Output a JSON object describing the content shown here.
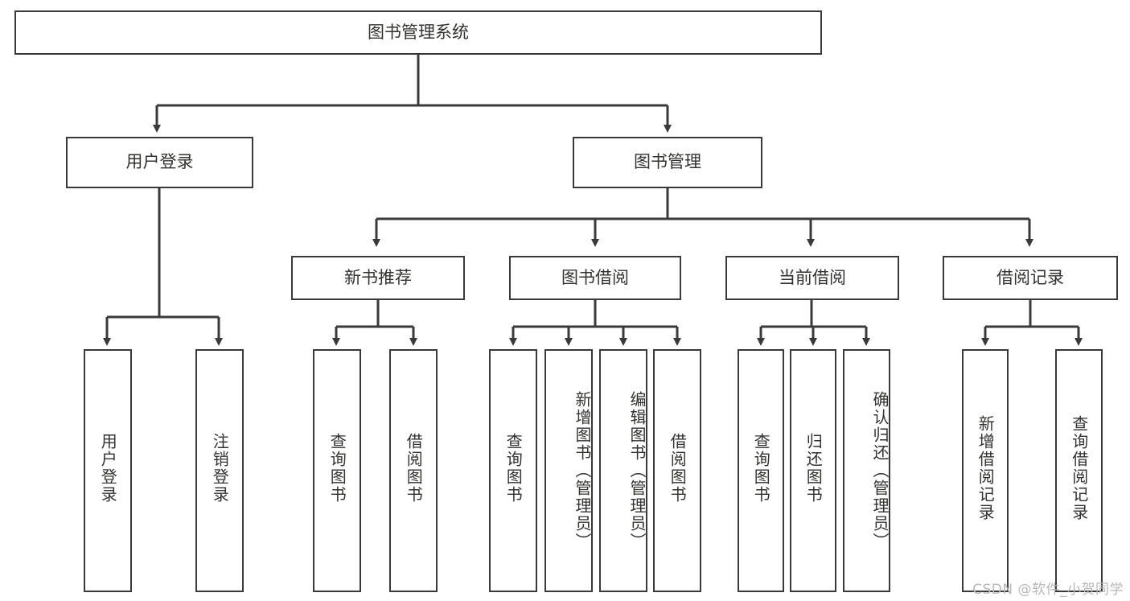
{
  "diagram": {
    "title": "图书管理系统",
    "type": "tree-hierarchy-chart",
    "colors": {
      "box_border": "#3a3a3a",
      "box_fill": "#ffffff",
      "connector": "#3a3a3a",
      "text": "#33322f",
      "watermark": "#b8b8b8"
    },
    "watermark": "CSDN @软件_小贺同学",
    "levels": {
      "level1": {
        "root": {
          "label": "图书管理系统"
        }
      },
      "level2": [
        {
          "label": "用户登录"
        },
        {
          "label": "图书管理"
        }
      ],
      "level3": [
        {
          "label": "新书推荐"
        },
        {
          "label": "图书借阅"
        },
        {
          "label": "当前借阅"
        },
        {
          "label": "借阅记录"
        }
      ],
      "level4": {
        "user_login": [
          {
            "label": "用户登录"
          },
          {
            "label": "注销登录"
          }
        ],
        "new_book_recommend": [
          {
            "label": "查询图书"
          },
          {
            "label": "借阅图书"
          }
        ],
        "book_borrow": [
          {
            "label": "查询图书"
          },
          {
            "label": "新增图书（管理员）"
          },
          {
            "label": "编辑图书（管理员）"
          },
          {
            "label": "借阅图书"
          }
        ],
        "current_borrow": [
          {
            "label": "查询图书"
          },
          {
            "label": "归还图书"
          },
          {
            "label": "确认归还（管理员）"
          }
        ],
        "borrow_record": [
          {
            "label": "新增借阅记录"
          },
          {
            "label": "查询借阅记录"
          }
        ]
      }
    }
  }
}
